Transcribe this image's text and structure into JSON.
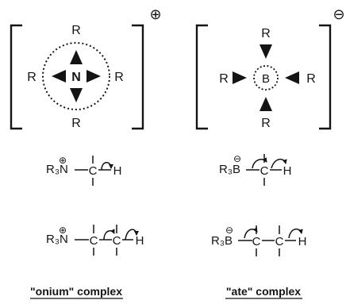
{
  "onium": {
    "substituent": "R",
    "center": "N",
    "charge": "⊕",
    "row1": {
      "prefix": "R₃N",
      "charge": "⊕",
      "c": "C",
      "h": "H"
    },
    "row2": {
      "prefix": "R₃N",
      "charge": "⊕",
      "c1": "C",
      "c2": "C",
      "h": "H"
    },
    "caption": "\"onium\" complex"
  },
  "ate": {
    "substituent": "R",
    "center": "B",
    "charge": "⊖",
    "row1": {
      "prefix": "R₃B",
      "charge": "⊖",
      "c": "C",
      "h": "H"
    },
    "row2": {
      "prefix": "R₃B",
      "charge": "⊖",
      "c1": "C",
      "c2": "C",
      "h": "H"
    },
    "caption": "\"ate\" complex"
  },
  "colors": {
    "ink": "#141414",
    "background": "#ffffff"
  }
}
